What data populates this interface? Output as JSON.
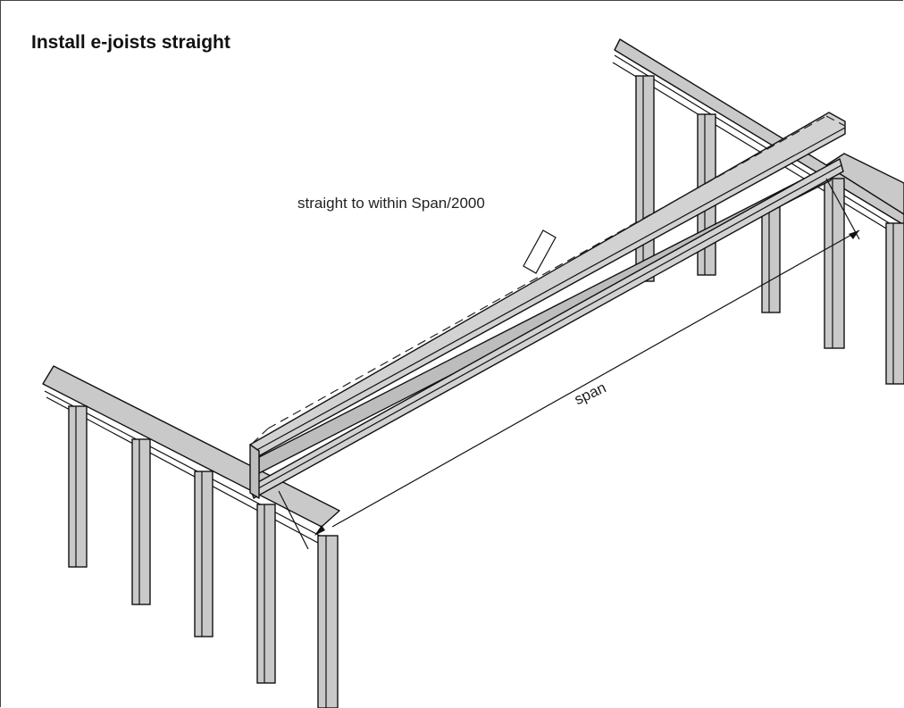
{
  "diagram": {
    "title": "Install e-joists straight",
    "note": "straight to within Span/2000",
    "span_label": "span"
  }
}
